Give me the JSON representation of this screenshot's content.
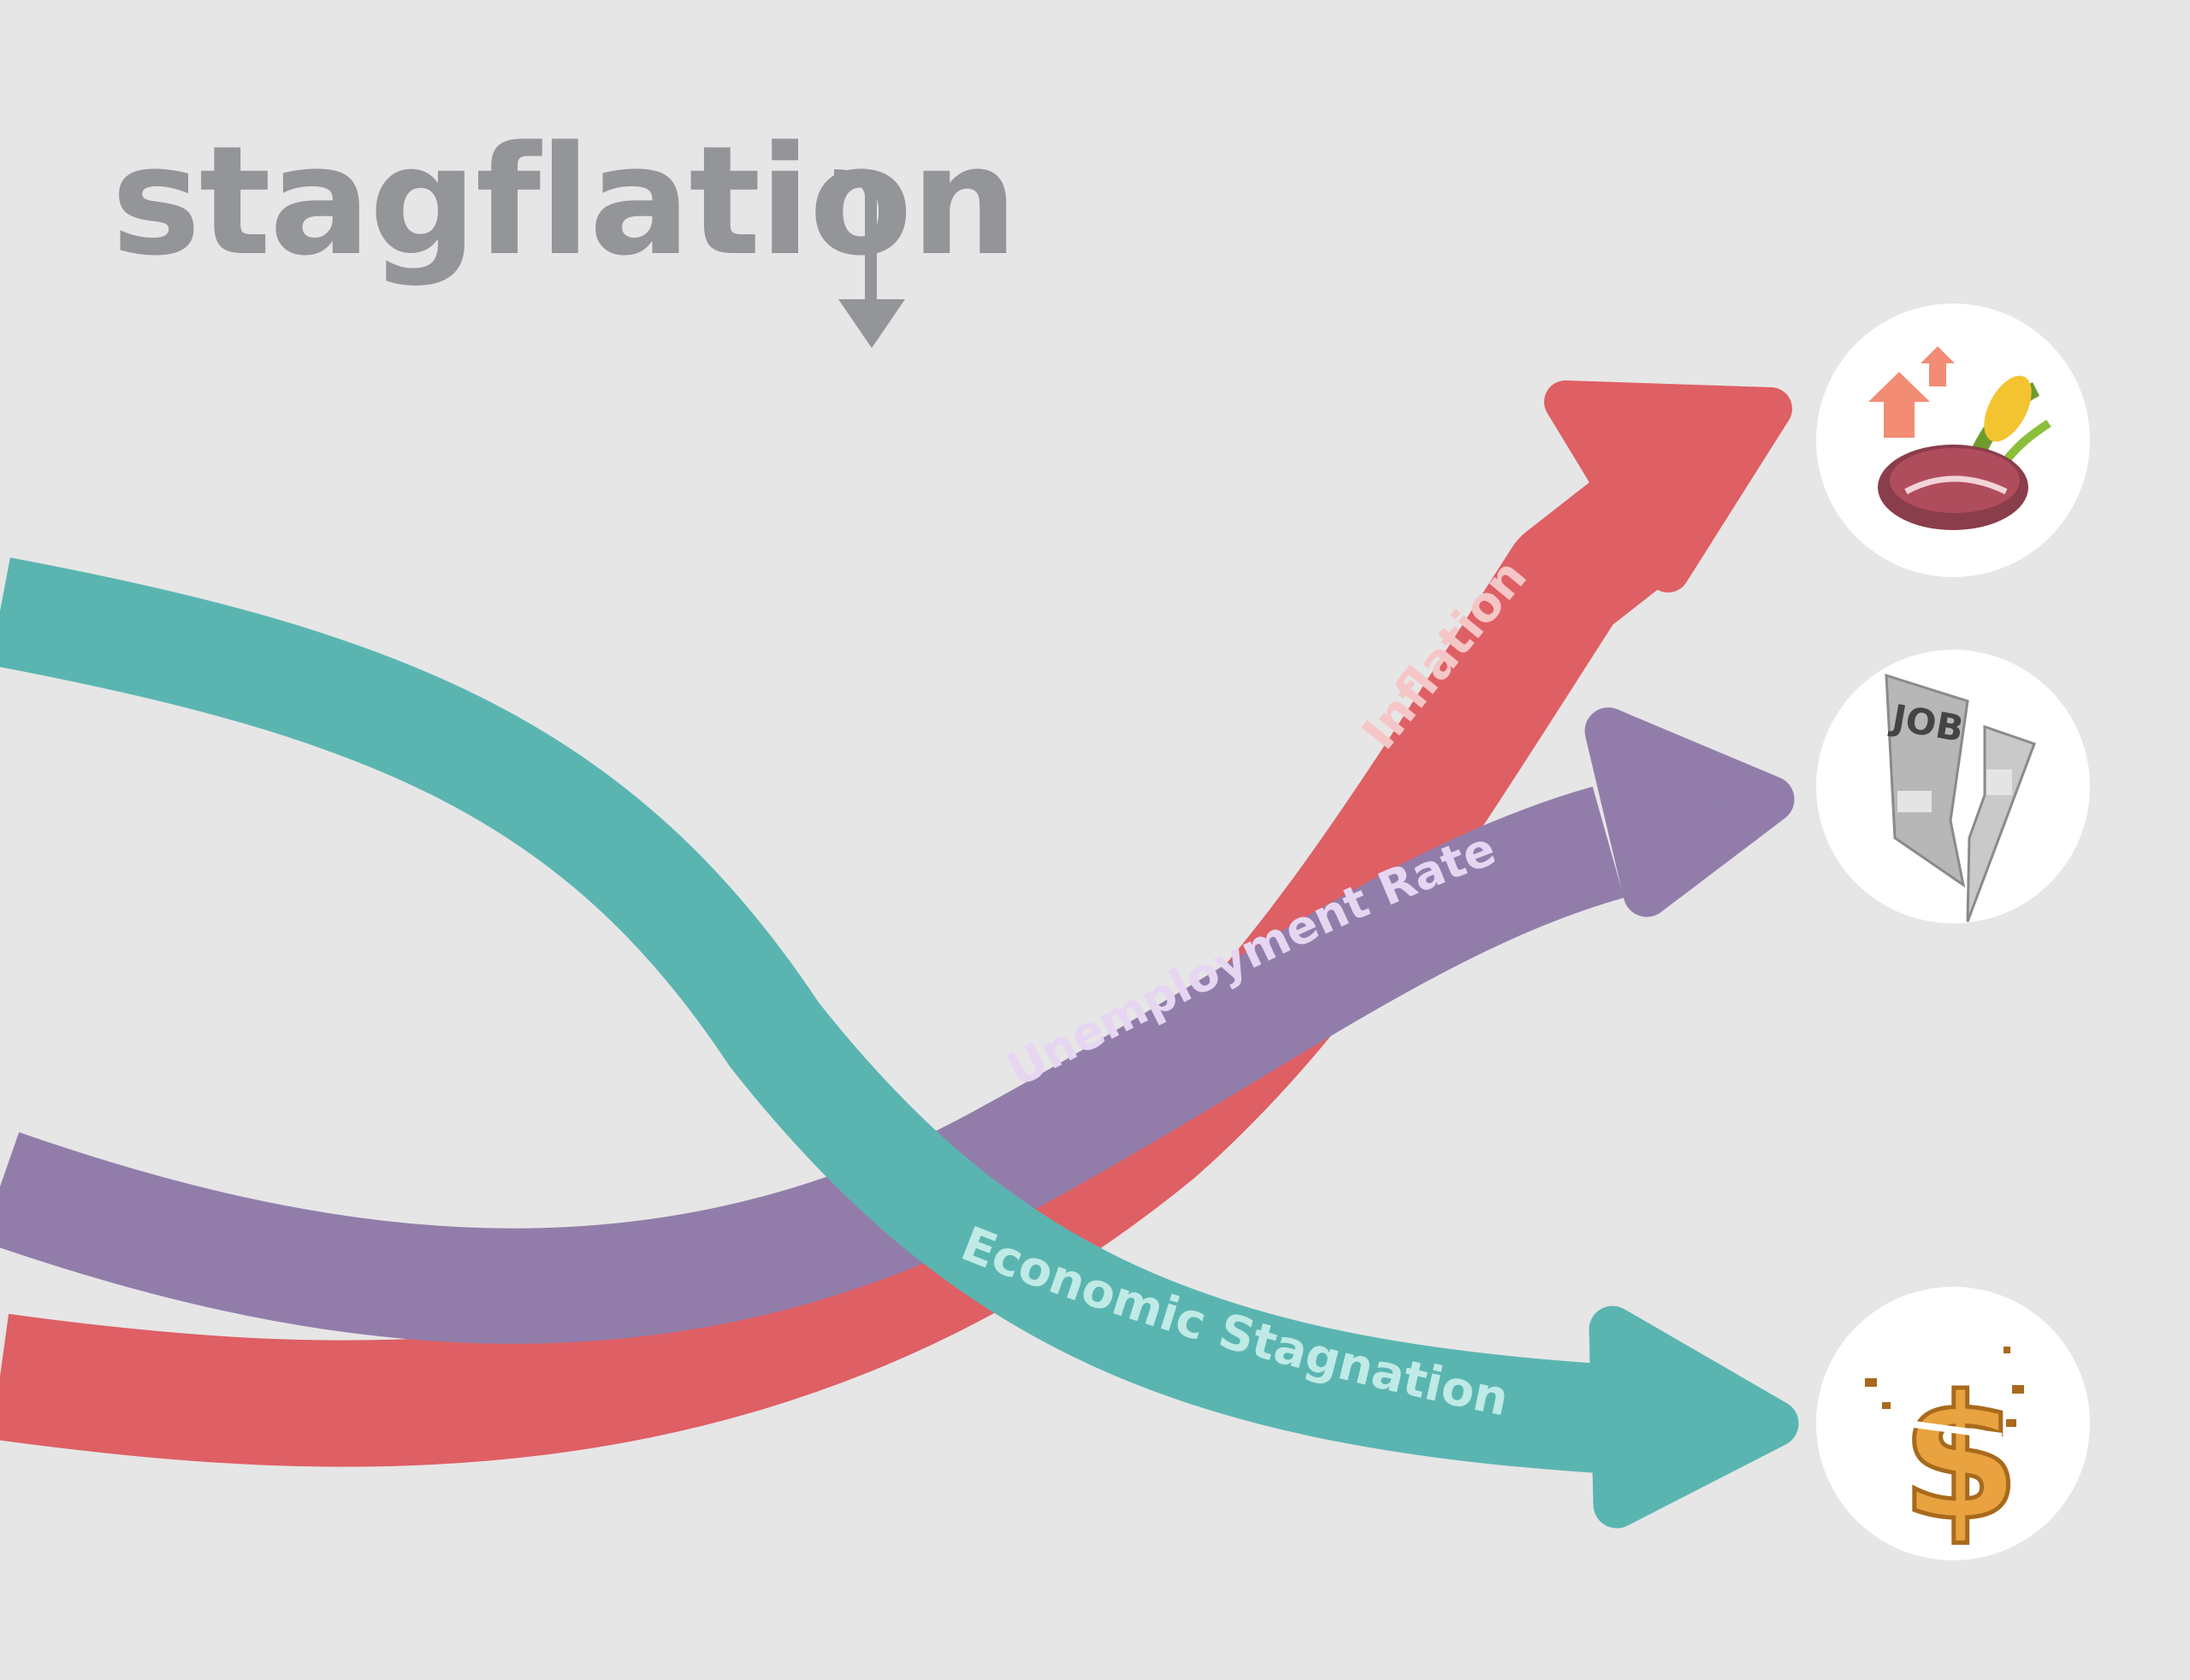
{
  "title": "stagflation",
  "colors": {
    "background": "#e6e6e6",
    "title": "#939598",
    "inflation": "#de5f64",
    "unemployment": "#927daa",
    "stagnation": "#5ab5b1",
    "inflation_label": "#f6c6c6",
    "unemployment_label": "#e6d6f2",
    "stagnation_label": "#bfeae6",
    "circle": "#ffffff"
  },
  "arrows": [
    {
      "id": "inflation",
      "label": "Inflation"
    },
    {
      "id": "unemployment",
      "label": "Unemployment Rate"
    },
    {
      "id": "stagnation",
      "label": "Economic Stagnation"
    }
  ],
  "icons": [
    {
      "name": "rising-food-prices-icon"
    },
    {
      "name": "torn-job-newspaper-icon",
      "text": "JOB"
    },
    {
      "name": "broken-dollar-icon"
    }
  ]
}
